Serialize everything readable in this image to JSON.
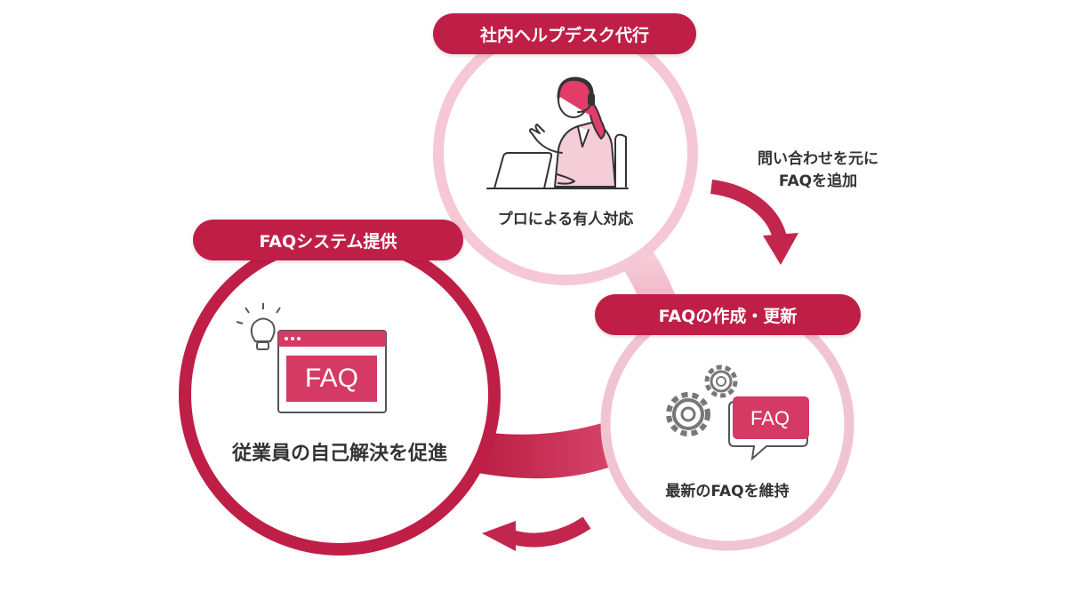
{
  "steps": {
    "helpdesk": {
      "title": "社内ヘルプデスク代行",
      "caption": "プロによる有人対応"
    },
    "update": {
      "title": "FAQの作成・更新",
      "caption": "最新のFAQを維持"
    },
    "system": {
      "title": "FAQシステム提供",
      "caption": "従業員の自己解決を促進"
    }
  },
  "arrow_note": {
    "line1": "問い合わせを元に",
    "line2": "FAQを追加"
  },
  "icons": {
    "update_faq_text": "FAQ",
    "system_faq_text": "FAQ"
  },
  "colors": {
    "accent": "#bf1f47",
    "pink_ring": "#f6c7d4",
    "light_pink": "#f4cdd8",
    "bg": "#ffffff"
  }
}
